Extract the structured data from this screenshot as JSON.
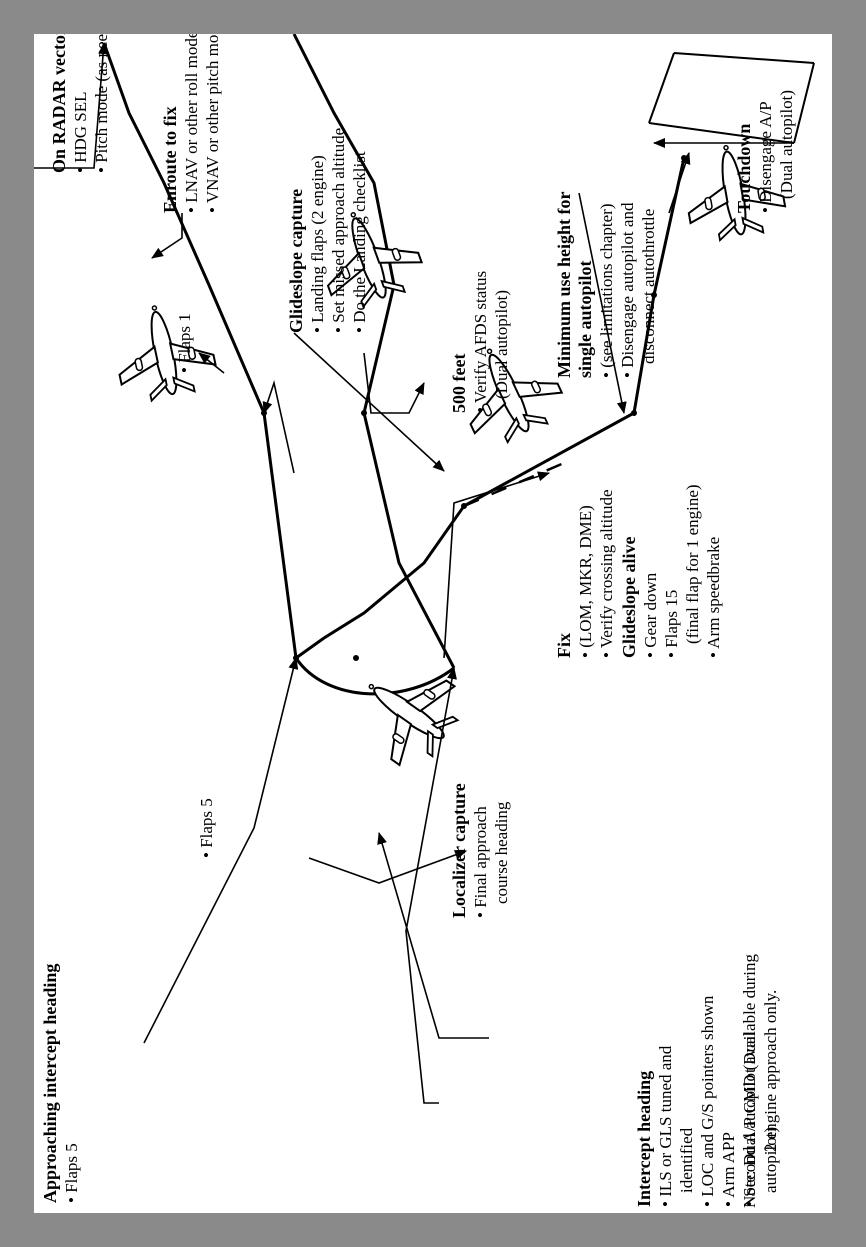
{
  "colors": {
    "border": "#8a8a8a",
    "background": "#ffffff",
    "ink": "#000000"
  },
  "note": {
    "line1": "Note:  Dual autopilot available during",
    "line2": "2 engine approach only."
  },
  "callouts": {
    "approaching_intercept": {
      "title": "Approaching intercept heading",
      "items": [
        "Flaps 5"
      ]
    },
    "intercept_heading": {
      "title": "Intercept heading",
      "items": [
        "ILS or GLS tuned and",
        "identified",
        "LOC and G/S pointers shown",
        "Arm APP",
        "Second A/P CMD (Dual",
        "autopilot)"
      ]
    },
    "localizer_capture": {
      "title": "Localizer capture",
      "items": [
        "Final approach",
        "course heading"
      ]
    },
    "flaps5_mid": {
      "text": "Flaps 5"
    },
    "flaps1": {
      "text": "Flaps 1"
    },
    "on_radar": {
      "title": "On RADAR vectors",
      "items": [
        "HDG SEL",
        "Pitch mode (as needed)"
      ]
    },
    "enroute": {
      "title": "Enroute to fix",
      "items": [
        "LNAV or other roll mode",
        "VNAV or other pitch mode"
      ]
    },
    "glideslope_capture": {
      "title": "Glideslope capture",
      "items": [
        "Landing flaps (2 engine)",
        "Set missed approach altitude",
        "Do the Landing checklist"
      ]
    },
    "fix": {
      "title": "Fix",
      "items": [
        "(LOM, MKR, DME)",
        "Verify crossing altitude"
      ]
    },
    "glideslope_alive": {
      "title": "Glideslope alive",
      "items": [
        "Gear down",
        "Flaps 15",
        "(final flap for 1 engine)",
        "Arm speedbrake"
      ]
    },
    "feet500": {
      "title": "500 feet",
      "items": [
        "Verify AFDS status",
        "(Dual autopilot)"
      ]
    },
    "min_use": {
      "title": "Minimum use height for",
      "title2": "single autopilot",
      "items": [
        "(see limitations chapter)",
        "Disengage autopilot and",
        "disconnect autothrottle"
      ]
    },
    "touchdown": {
      "title": "Touchdown",
      "items": [
        "Disengage A/P",
        "(Dual autopilot)"
      ]
    }
  }
}
